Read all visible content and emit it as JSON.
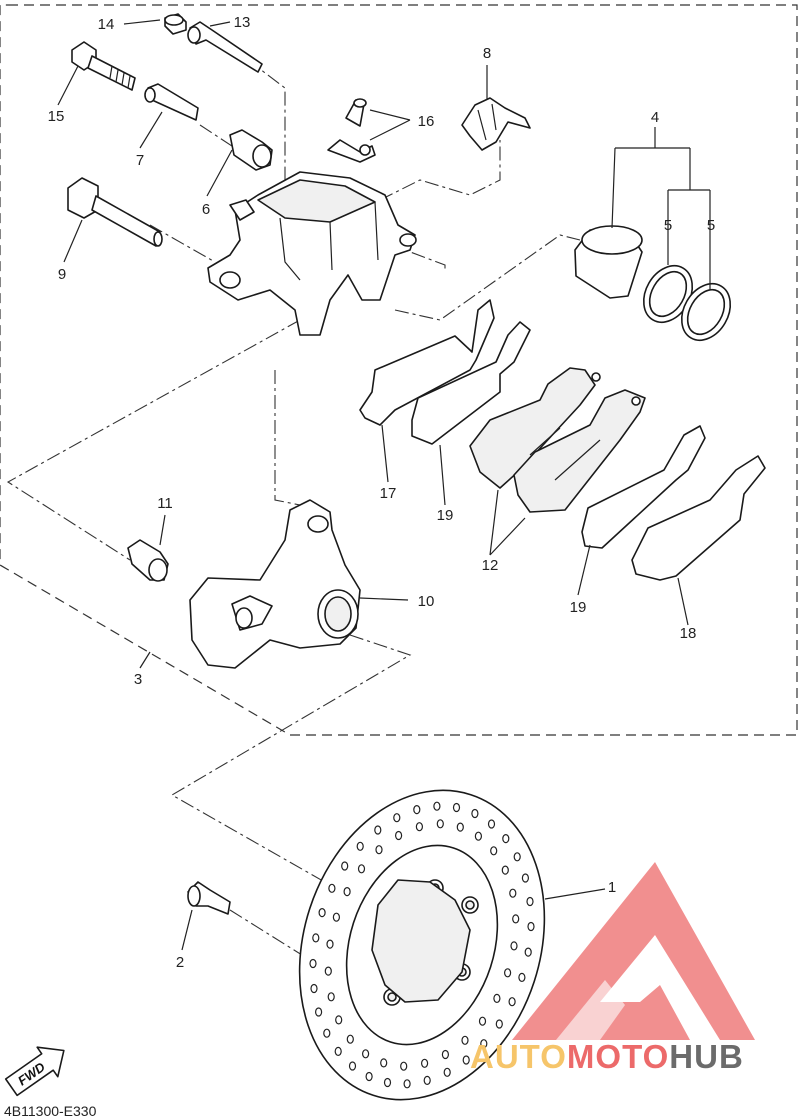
{
  "diagram": {
    "callouts": {
      "c1": "1",
      "c2": "2",
      "c3": "3",
      "c4": "4",
      "c5a": "5",
      "c5b": "5",
      "c6": "6",
      "c7": "7",
      "c8": "8",
      "c9": "9",
      "c10": "10",
      "c11": "11",
      "c12": "12",
      "c13": "13",
      "c14": "14",
      "c15": "15",
      "c16": "16",
      "c17": "17",
      "c18": "18",
      "c19a": "19",
      "c19b": "19"
    },
    "direction_badge": "FWD",
    "drawing_code": "4B11300-E330"
  },
  "watermark": {
    "part1": "AUTO",
    "part2": "MOTO",
    "part3": "HUB",
    "colors": {
      "light": "#f6c56a",
      "red": "#ec6a6a",
      "dark": "#6b6b6b"
    }
  }
}
